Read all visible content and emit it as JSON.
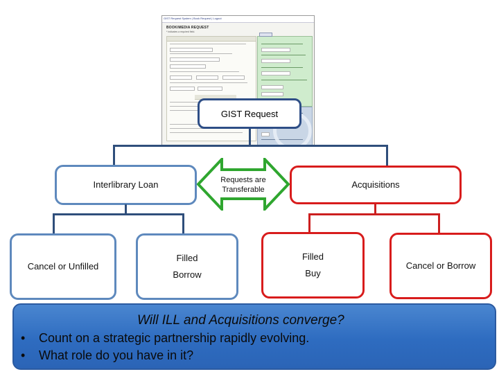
{
  "gist_request": {
    "label": "GIST Request"
  },
  "form_screenshot": {
    "title": "BOOK/MEDIA REQUEST",
    "topbar": "GIST Request System | Book Request | Logout",
    "subtitle": "* indicates a required field."
  },
  "transfer": {
    "line1": "Requests are",
    "line2": "Transferable"
  },
  "ill": {
    "label": "Interlibrary Loan",
    "cancel": "Cancel or Unfilled",
    "filled_line1": "Filled",
    "filled_line2": "Borrow"
  },
  "acq": {
    "label": "Acquisitions",
    "filled_line1": "Filled",
    "filled_line2": "Buy",
    "cancel": "Cancel or Borrow"
  },
  "banner": {
    "question": "Will ILL and Acquisitions converge?",
    "bullets": [
      "Count on  a strategic partnership rapidly evolving.",
      "What role do you have in it?"
    ],
    "bullet_symbol": "•"
  },
  "colors": {
    "blue_border": "#5e89bd",
    "red_border": "#d81c1c",
    "green_arrow": "#2fa62f",
    "banner_blue": "#3a78c8",
    "connector_blue": "#2f4e7b"
  }
}
